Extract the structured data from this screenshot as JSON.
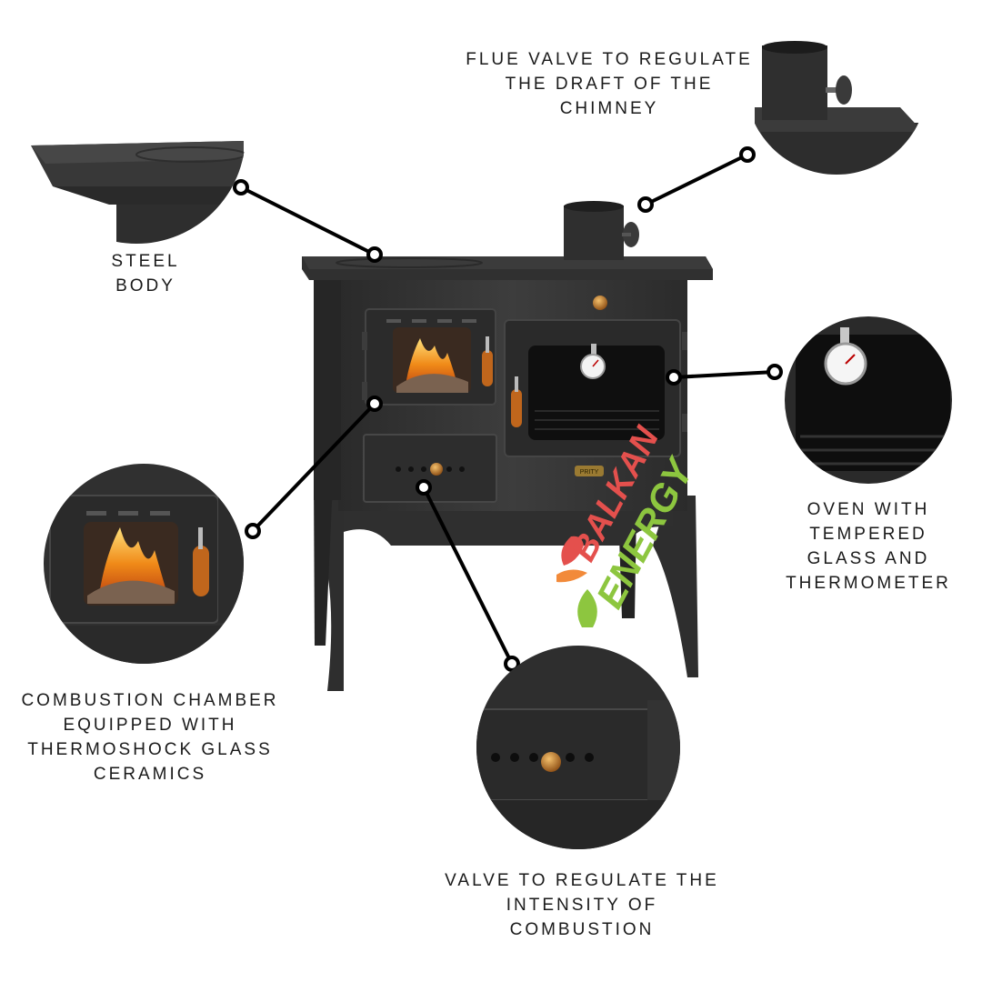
{
  "brand": {
    "line1": "BALKAN",
    "line2": "ENERGY",
    "colors": {
      "red": "#e4504d",
      "orange": "#f28a3a",
      "green": "#8dc63f"
    }
  },
  "stove": {
    "oven_badge_text": "PRITY"
  },
  "callouts": {
    "steel_body": {
      "lines": [
        "STEEL",
        "BODY"
      ]
    },
    "flue_valve": {
      "lines": [
        "FLUE VALVE TO REGULATE",
        "THE DRAFT OF THE",
        "CHIMNEY"
      ]
    },
    "oven": {
      "lines": [
        "OVEN WITH TEMPERED",
        "GLASS AND",
        "THERMOMETER"
      ]
    },
    "combustion_chamber": {
      "lines": [
        "COMBUSTION CHAMBER",
        "EQUIPPED WITH",
        "THERMOSHOCK GLASS",
        "CERAMICS"
      ]
    },
    "valve": {
      "lines": [
        "VALVE TO REGULATE THE",
        "INTENSITY OF",
        "COMBUSTION"
      ]
    }
  }
}
